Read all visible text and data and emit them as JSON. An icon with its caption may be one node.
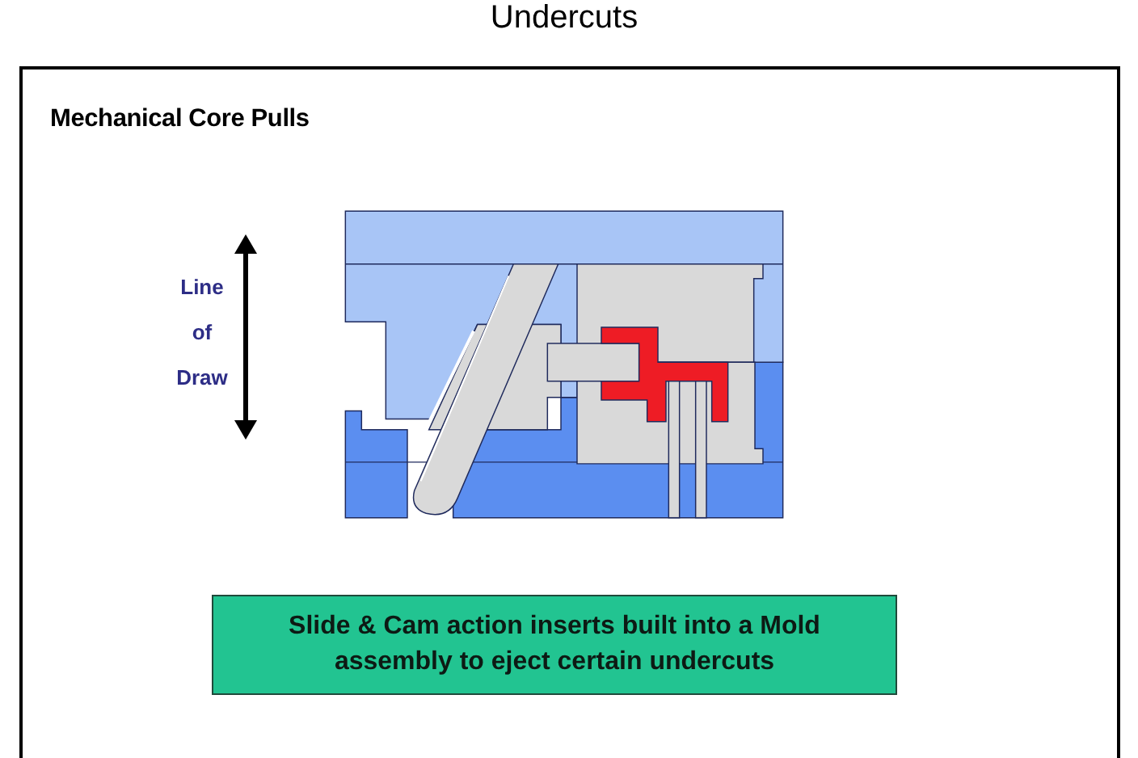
{
  "diagram": {
    "title": "Undercuts",
    "nodes": [
      {
        "text": [
          "Mechanical Core Pulls"
        ]
      },
      {
        "text": [
          "Slide & Cam action inserts built into a Mold assembly to eject certain undercuts"
        ],
        "in": 0
      }
    ],
    "labels": [
      "Line of Draw"
    ]
  }
}
